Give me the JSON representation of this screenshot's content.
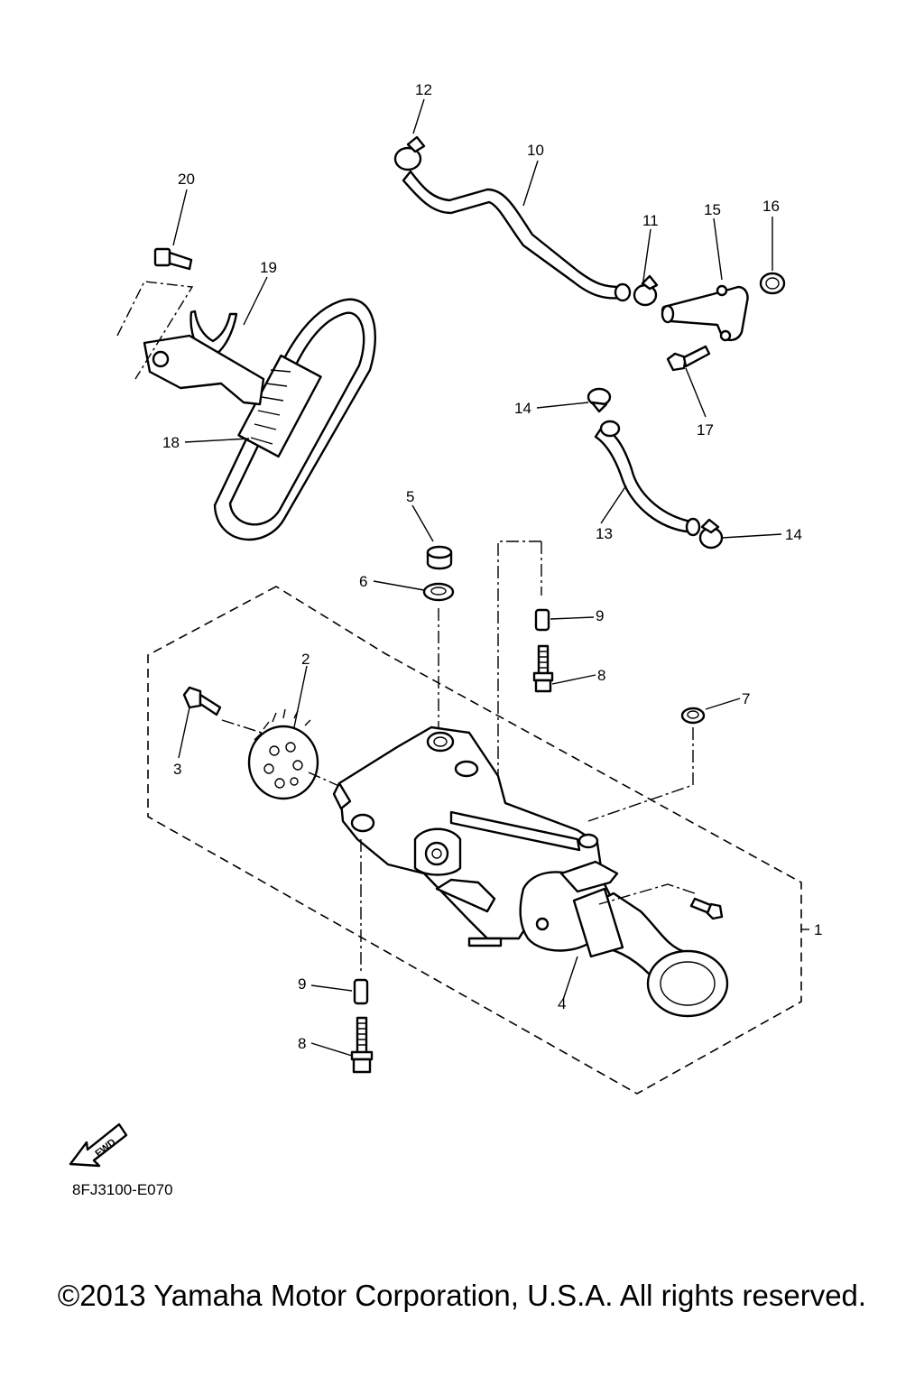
{
  "callouts": {
    "c1": "1",
    "c2": "2",
    "c3": "3",
    "c4": "4",
    "c5": "5",
    "c6": "6",
    "c7": "7",
    "c8a": "8",
    "c8b": "8",
    "c9a": "9",
    "c9b": "9",
    "c10": "10",
    "c11": "11",
    "c12": "12",
    "c13": "13",
    "c14a": "14",
    "c14b": "14",
    "c15": "15",
    "c16": "16",
    "c17": "17",
    "c18": "18",
    "c19": "19",
    "c20": "20"
  },
  "fwd_label": "FWD",
  "drawing_code": "8FJ3100-E070",
  "copyright": "©2013 Yamaha Motor Corporation, U.S.A. All rights reserved.",
  "icons": {
    "fwd": "fwd-arrow-icon"
  }
}
